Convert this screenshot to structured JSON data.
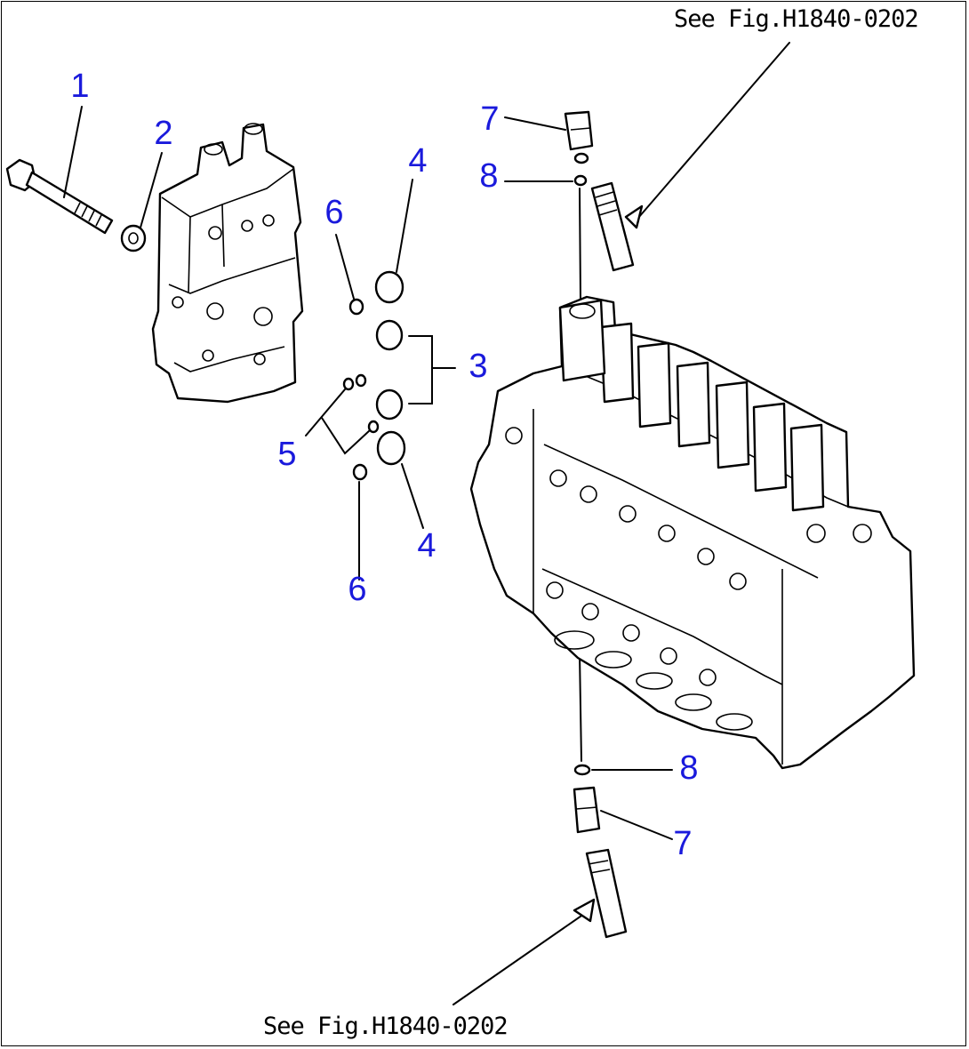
{
  "diagram": {
    "callouts": [
      {
        "id": "c1",
        "text": "1"
      },
      {
        "id": "c2",
        "text": "2"
      },
      {
        "id": "c3",
        "text": "3"
      },
      {
        "id": "c4a",
        "text": "4"
      },
      {
        "id": "c4b",
        "text": "4"
      },
      {
        "id": "c5",
        "text": "5"
      },
      {
        "id": "c6a",
        "text": "6"
      },
      {
        "id": "c6b",
        "text": "6"
      },
      {
        "id": "c7a",
        "text": "7"
      },
      {
        "id": "c7b",
        "text": "7"
      },
      {
        "id": "c8a",
        "text": "8"
      },
      {
        "id": "c8b",
        "text": "8"
      }
    ],
    "references": {
      "top": "See Fig.H1840-0202",
      "bottom": "See Fig.H1840-0202"
    },
    "colors": {
      "callout": "#1a1adc",
      "line": "#000000",
      "background": "#ffffff"
    }
  }
}
